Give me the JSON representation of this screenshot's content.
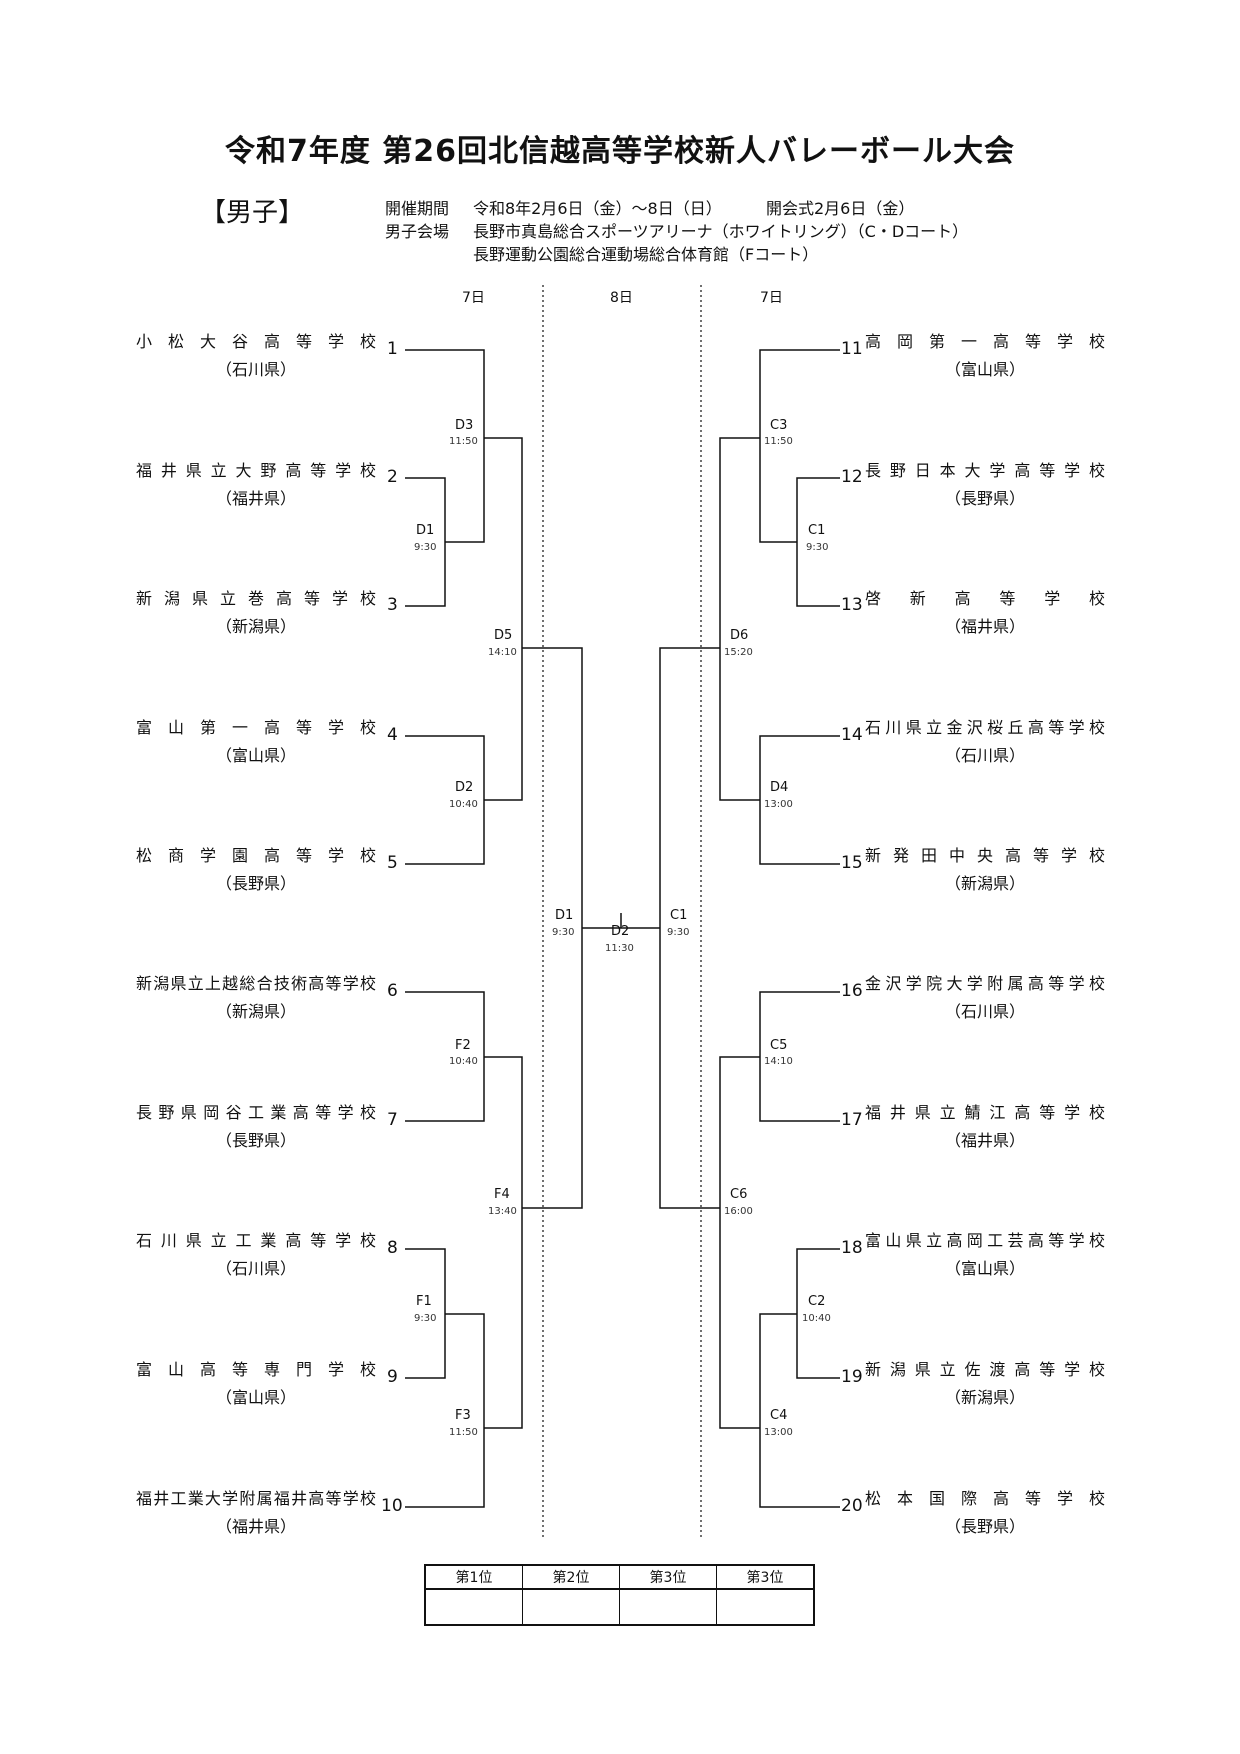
{
  "title": "令和7年度 第26回北信越高等学校新人バレーボール大会",
  "section_label": "【男子】",
  "info": {
    "period_label": "開催期間",
    "period": "令和8年2月6日（金）～8日（日）",
    "opening": "開会式2月6日（金）",
    "venue_label": "男子会場",
    "venue1": "長野市真島総合スポーツアリーナ（ホワイトリング）（C・Dコート）",
    "venue2": "長野運動公園総合運動場総合体育館（Fコート）"
  },
  "days": {
    "left": "7日",
    "center": "8日",
    "right": "7日"
  },
  "left_teams": [
    {
      "seed": "1",
      "name": "小松大谷高等学校",
      "pref": "（石川県）"
    },
    {
      "seed": "2",
      "name": "福井県立大野高等学校",
      "pref": "（福井県）"
    },
    {
      "seed": "3",
      "name": "新潟県立巻高等学校",
      "pref": "（新潟県）"
    },
    {
      "seed": "4",
      "name": "富山第一高等学校",
      "pref": "（富山県）"
    },
    {
      "seed": "5",
      "name": "松商学園高等学校",
      "pref": "（長野県）"
    },
    {
      "seed": "6",
      "name": "新潟県立上越総合技術高等学校",
      "pref": "（新潟県）"
    },
    {
      "seed": "7",
      "name": "長野県岡谷工業高等学校",
      "pref": "（長野県）"
    },
    {
      "seed": "8",
      "name": "石川県立工業高等学校",
      "pref": "（石川県）"
    },
    {
      "seed": "9",
      "name": "富山高等専門学校",
      "pref": "（富山県）"
    },
    {
      "seed": "10",
      "name": "福井工業大学附属福井高等学校",
      "pref": "（福井県）"
    }
  ],
  "right_teams": [
    {
      "seed": "11",
      "name": "高岡第一高等学校",
      "pref": "（富山県）"
    },
    {
      "seed": "12",
      "name": "長野日本大学高等学校",
      "pref": "（長野県）"
    },
    {
      "seed": "13",
      "name": "啓新高等学校",
      "pref": "（福井県）"
    },
    {
      "seed": "14",
      "name": "石川県立金沢桜丘高等学校",
      "pref": "（石川県）"
    },
    {
      "seed": "15",
      "name": "新発田中央高等学校",
      "pref": "（新潟県）"
    },
    {
      "seed": "16",
      "name": "金沢学院大学附属高等学校",
      "pref": "（石川県）"
    },
    {
      "seed": "17",
      "name": "福井県立鯖江高等学校",
      "pref": "（福井県）"
    },
    {
      "seed": "18",
      "name": "富山県立高岡工芸高等学校",
      "pref": "（富山県）"
    },
    {
      "seed": "19",
      "name": "新潟県立佐渡高等学校",
      "pref": "（新潟県）"
    },
    {
      "seed": "20",
      "name": "松本国際高等学校",
      "pref": "（長野県）"
    }
  ],
  "matches": {
    "L_D3": {
      "label": "D3",
      "time": "11:50"
    },
    "L_D1": {
      "label": "D1",
      "time": "9:30"
    },
    "L_D5": {
      "label": "D5",
      "time": "14:10"
    },
    "L_D2": {
      "label": "D2",
      "time": "10:40"
    },
    "L_F2": {
      "label": "F2",
      "time": "10:40"
    },
    "L_F4": {
      "label": "F4",
      "time": "13:40"
    },
    "L_F1": {
      "label": "F1",
      "time": "9:30"
    },
    "L_F3": {
      "label": "F3",
      "time": "11:50"
    },
    "SF_L": {
      "label": "D1",
      "time": "9:30"
    },
    "FINAL": {
      "label": "D2",
      "time": "11:30"
    },
    "SF_R": {
      "label": "C1",
      "time": "9:30"
    },
    "R_C3": {
      "label": "C3",
      "time": "11:50"
    },
    "R_C1": {
      "label": "C1",
      "time": "9:30"
    },
    "R_D6": {
      "label": "D6",
      "time": "15:20"
    },
    "R_D4": {
      "label": "D4",
      "time": "13:00"
    },
    "R_C5": {
      "label": "C5",
      "time": "14:10"
    },
    "R_C6": {
      "label": "C6",
      "time": "16:00"
    },
    "R_C2": {
      "label": "C2",
      "time": "10:40"
    },
    "R_C4": {
      "label": "C4",
      "time": "13:00"
    }
  },
  "results": {
    "headers": [
      "第1位",
      "第2位",
      "第3位",
      "第3位"
    ]
  }
}
